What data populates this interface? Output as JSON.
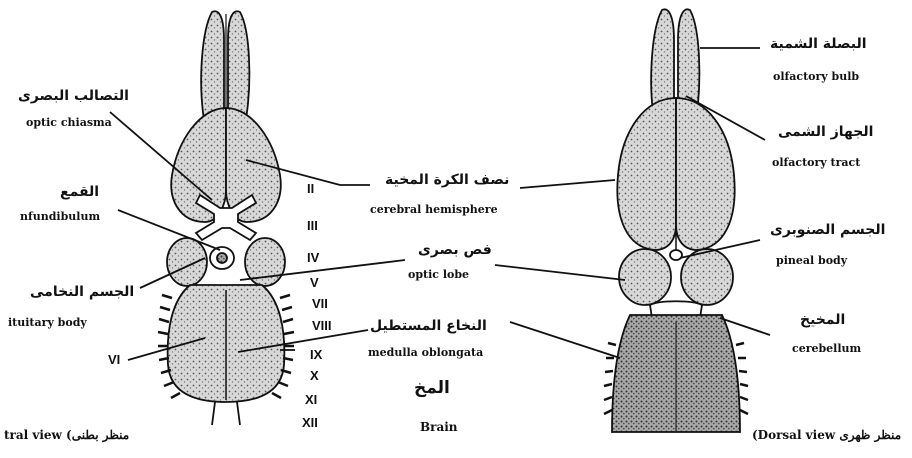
{
  "ventral_labels": {
    "optic_chiasma_ar": "التصالب البصرى",
    "optic_chiasma_en": "optic chiasma",
    "infundibulum_ar": "القمع",
    "infundibulum_en": "nfundibulum",
    "pituitary_ar": "الجسم النخامى",
    "pituitary_en": "ituitary body"
  },
  "nerves": [
    "II",
    "III",
    "IV",
    "V",
    "VII",
    "VIII",
    "IX",
    "X",
    "XI",
    "XII",
    "VI"
  ],
  "center_labels": {
    "cerebral_ar": "نصف الكرة المخية",
    "cerebral_en": "cerebral hemisphere",
    "optic_lobe_ar": "فص بصرى",
    "optic_lobe_en": "optic lobe",
    "medulla_ar": "النخاع المستطيل",
    "medulla_en": "medulla oblongata",
    "brain_ar": "المخ",
    "brain_en": "Brain"
  },
  "dorsal_labels": {
    "olfactory_bulb_ar": "البصلة الشمية",
    "olfactory_bulb_en": "olfactory bulb",
    "olfactory_tract_ar": "الجهاز الشمى",
    "olfactory_tract_en": "olfactory tract",
    "pineal_ar": "الجسم الصنوبرى",
    "pineal_en": "pineal body",
    "cerebellum_ar": "المخيخ",
    "cerebellum_en": "cerebellum"
  },
  "captions": {
    "ventral": "tral view (منظر بطنى",
    "dorsal": "(Dorsal view منظر ظهرى"
  }
}
